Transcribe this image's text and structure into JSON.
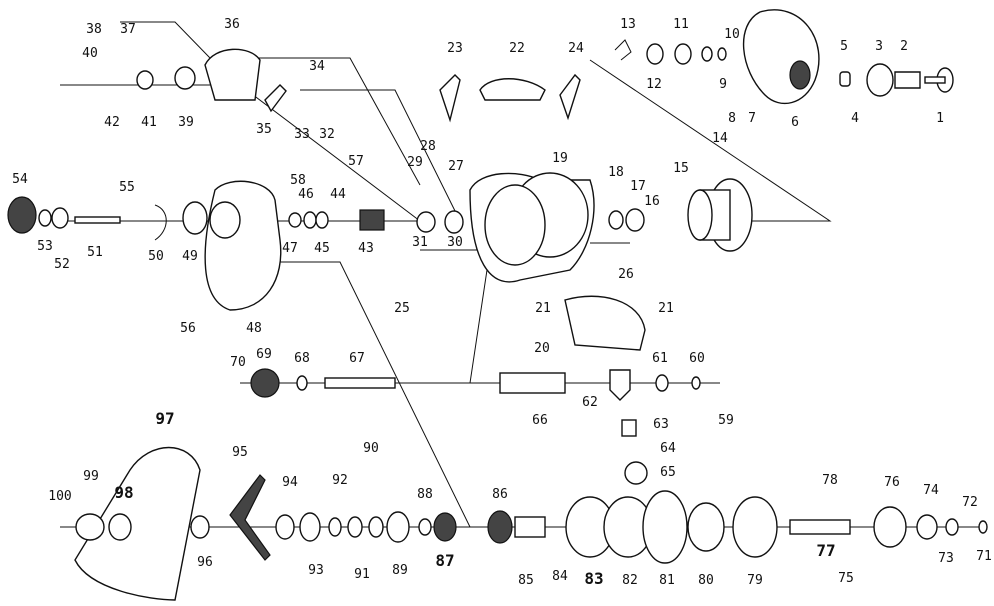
{
  "labels": [
    "1",
    "2",
    "3",
    "4",
    "5",
    "6",
    "7",
    "8",
    "9",
    "10",
    "11",
    "12",
    "13",
    "14",
    "15",
    "16",
    "17",
    "18",
    "19",
    "20",
    "21",
    "21",
    "22",
    "23",
    "24",
    "25",
    "26",
    "27",
    "28",
    "29",
    "30",
    "31",
    "32",
    "33",
    "34",
    "35",
    "36",
    "37",
    "38",
    "39",
    "40",
    "41",
    "42",
    "43",
    "44",
    "45",
    "46",
    "47",
    "48",
    "49",
    "50",
    "51",
    "52",
    "53",
    "54",
    "55",
    "56",
    "57",
    "58",
    "59",
    "60",
    "61",
    "62",
    "63",
    "64",
    "65",
    "66",
    "67",
    "68",
    "69",
    "70",
    "71",
    "72",
    "73",
    "74",
    "75",
    "76",
    "77",
    "78",
    "79",
    "80",
    "81",
    "82",
    "83",
    "84",
    "85",
    "86",
    "87",
    "88",
    "89",
    "90",
    "91",
    "92",
    "93",
    "94",
    "95",
    "96",
    "97",
    "98",
    "99",
    "100"
  ]
}
